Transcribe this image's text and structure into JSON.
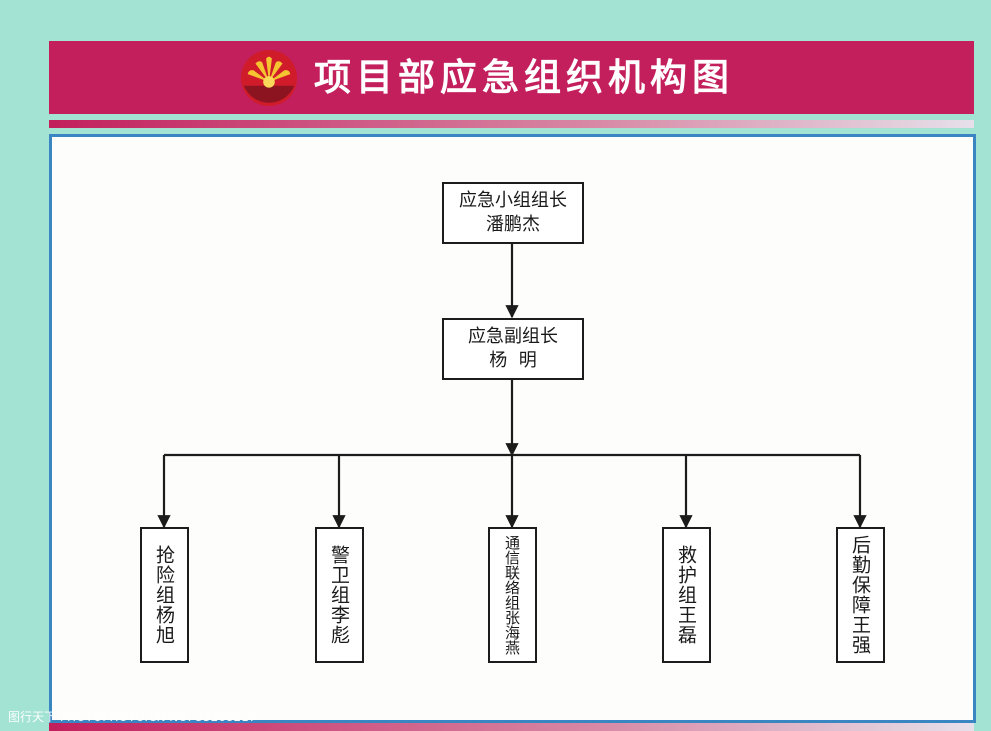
{
  "header": {
    "title": "项目部应急组织机构图",
    "logo_icon": "petrochina-logo-icon",
    "background_color": "#c21f5c"
  },
  "org": {
    "leader": {
      "line1": "应急小组组长",
      "line2": "潘鹏杰"
    },
    "deputy": {
      "line1": "应急副组长",
      "line2": "杨  明"
    },
    "groups": [
      {
        "label": "抢险组杨旭"
      },
      {
        "label": "警卫组李彪"
      },
      {
        "label": "通信联络组张海燕"
      },
      {
        "label": "救护组王磊"
      },
      {
        "label": "后勤保障王强"
      }
    ]
  },
  "watermark": "图行天下 PHOTOPHOTO.CN NO: 33268217"
}
